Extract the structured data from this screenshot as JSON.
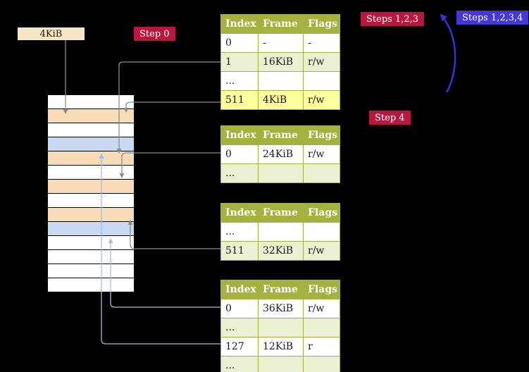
{
  "physical_memory_box": {
    "label": "4KiB"
  },
  "badges": {
    "step0": "Step 0",
    "steps_123": "Steps 1,2,3",
    "steps_1234": "Steps 1,2,3,4",
    "step4": "Step 4"
  },
  "tables": [
    {
      "id": "page-table-1",
      "headers": [
        "Index",
        "Frame",
        "Flags"
      ],
      "rows": [
        {
          "cells": [
            "0",
            "-",
            "-"
          ],
          "variant": "white"
        },
        {
          "cells": [
            "1",
            "16KiB",
            "r/w"
          ],
          "variant": "green"
        },
        {
          "cells": [
            "...",
            "",
            ""
          ],
          "variant": "white"
        },
        {
          "cells": [
            "511",
            "4KiB",
            "r/w"
          ],
          "variant": "yellow"
        }
      ]
    },
    {
      "id": "page-table-2",
      "headers": [
        "Index",
        "Frame",
        "Flags"
      ],
      "rows": [
        {
          "cells": [
            "0",
            "24KiB",
            "r/w"
          ],
          "variant": "white"
        },
        {
          "cells": [
            "...",
            "",
            ""
          ],
          "variant": "green"
        }
      ]
    },
    {
      "id": "page-table-3",
      "headers": [
        "Index",
        "Frame",
        "Flags"
      ],
      "rows": [
        {
          "cells": [
            "...",
            "",
            ""
          ],
          "variant": "white"
        },
        {
          "cells": [
            "511",
            "32KiB",
            "r/w"
          ],
          "variant": "green"
        }
      ]
    },
    {
      "id": "page-table-4",
      "headers": [
        "Index",
        "Frame",
        "Flags"
      ],
      "rows": [
        {
          "cells": [
            "0",
            "36KiB",
            "r/w"
          ],
          "variant": "white"
        },
        {
          "cells": [
            "...",
            "",
            ""
          ],
          "variant": "green"
        },
        {
          "cells": [
            "127",
            "12KiB",
            "r"
          ],
          "variant": "white"
        },
        {
          "cells": [
            "...",
            "",
            ""
          ],
          "variant": "green"
        }
      ]
    }
  ],
  "memory_column": {
    "row_colors": [
      "white",
      "peach",
      "white",
      "blue",
      "peach",
      "white",
      "peach",
      "white",
      "peach",
      "blue",
      "white",
      "white",
      "white",
      "white"
    ]
  },
  "colors": {
    "badge_red": "#ba1740",
    "badge_blue": "#4836d8",
    "table_header_olive": "#a4b13e",
    "table_row_green": "#eaf0d2",
    "table_row_highlight_yellow": "#fdff9e",
    "memory_page_table_peach": "#f8dcb8",
    "memory_mapped_page_blue": "#c9d9f1",
    "address_box_beige": "#f5e7c4",
    "arrow_gray": "#8c8c8c",
    "arrow_light_blue": "#a3bce4",
    "arrow_blue": "#3a2fd6"
  }
}
